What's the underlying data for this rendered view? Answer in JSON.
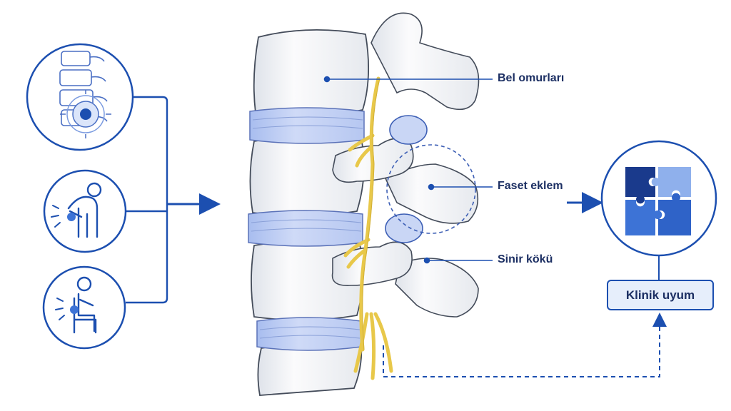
{
  "labels": {
    "lumbar": "Bel omurları",
    "facet": "Faset eklem",
    "nerve": "Sinir kökü"
  },
  "badge": {
    "text": "Klinik uyum"
  },
  "icons": {
    "spine_pain": "spine-target-icon",
    "back_pain": "back-pain-person-icon",
    "sitting_pain": "sitting-person-icon",
    "puzzle": "puzzle-pieces-icon"
  },
  "colors": {
    "accent": "#1c4fb0",
    "text": "#1c2f63",
    "disc": "#b9c9f2",
    "nerve": "#e8c84a",
    "bone": "#f3f4f6",
    "puzzle_dark": "#1a3a8c",
    "puzzle_mid": "#3d73d6",
    "puzzle_light": "#8fb0ec"
  }
}
